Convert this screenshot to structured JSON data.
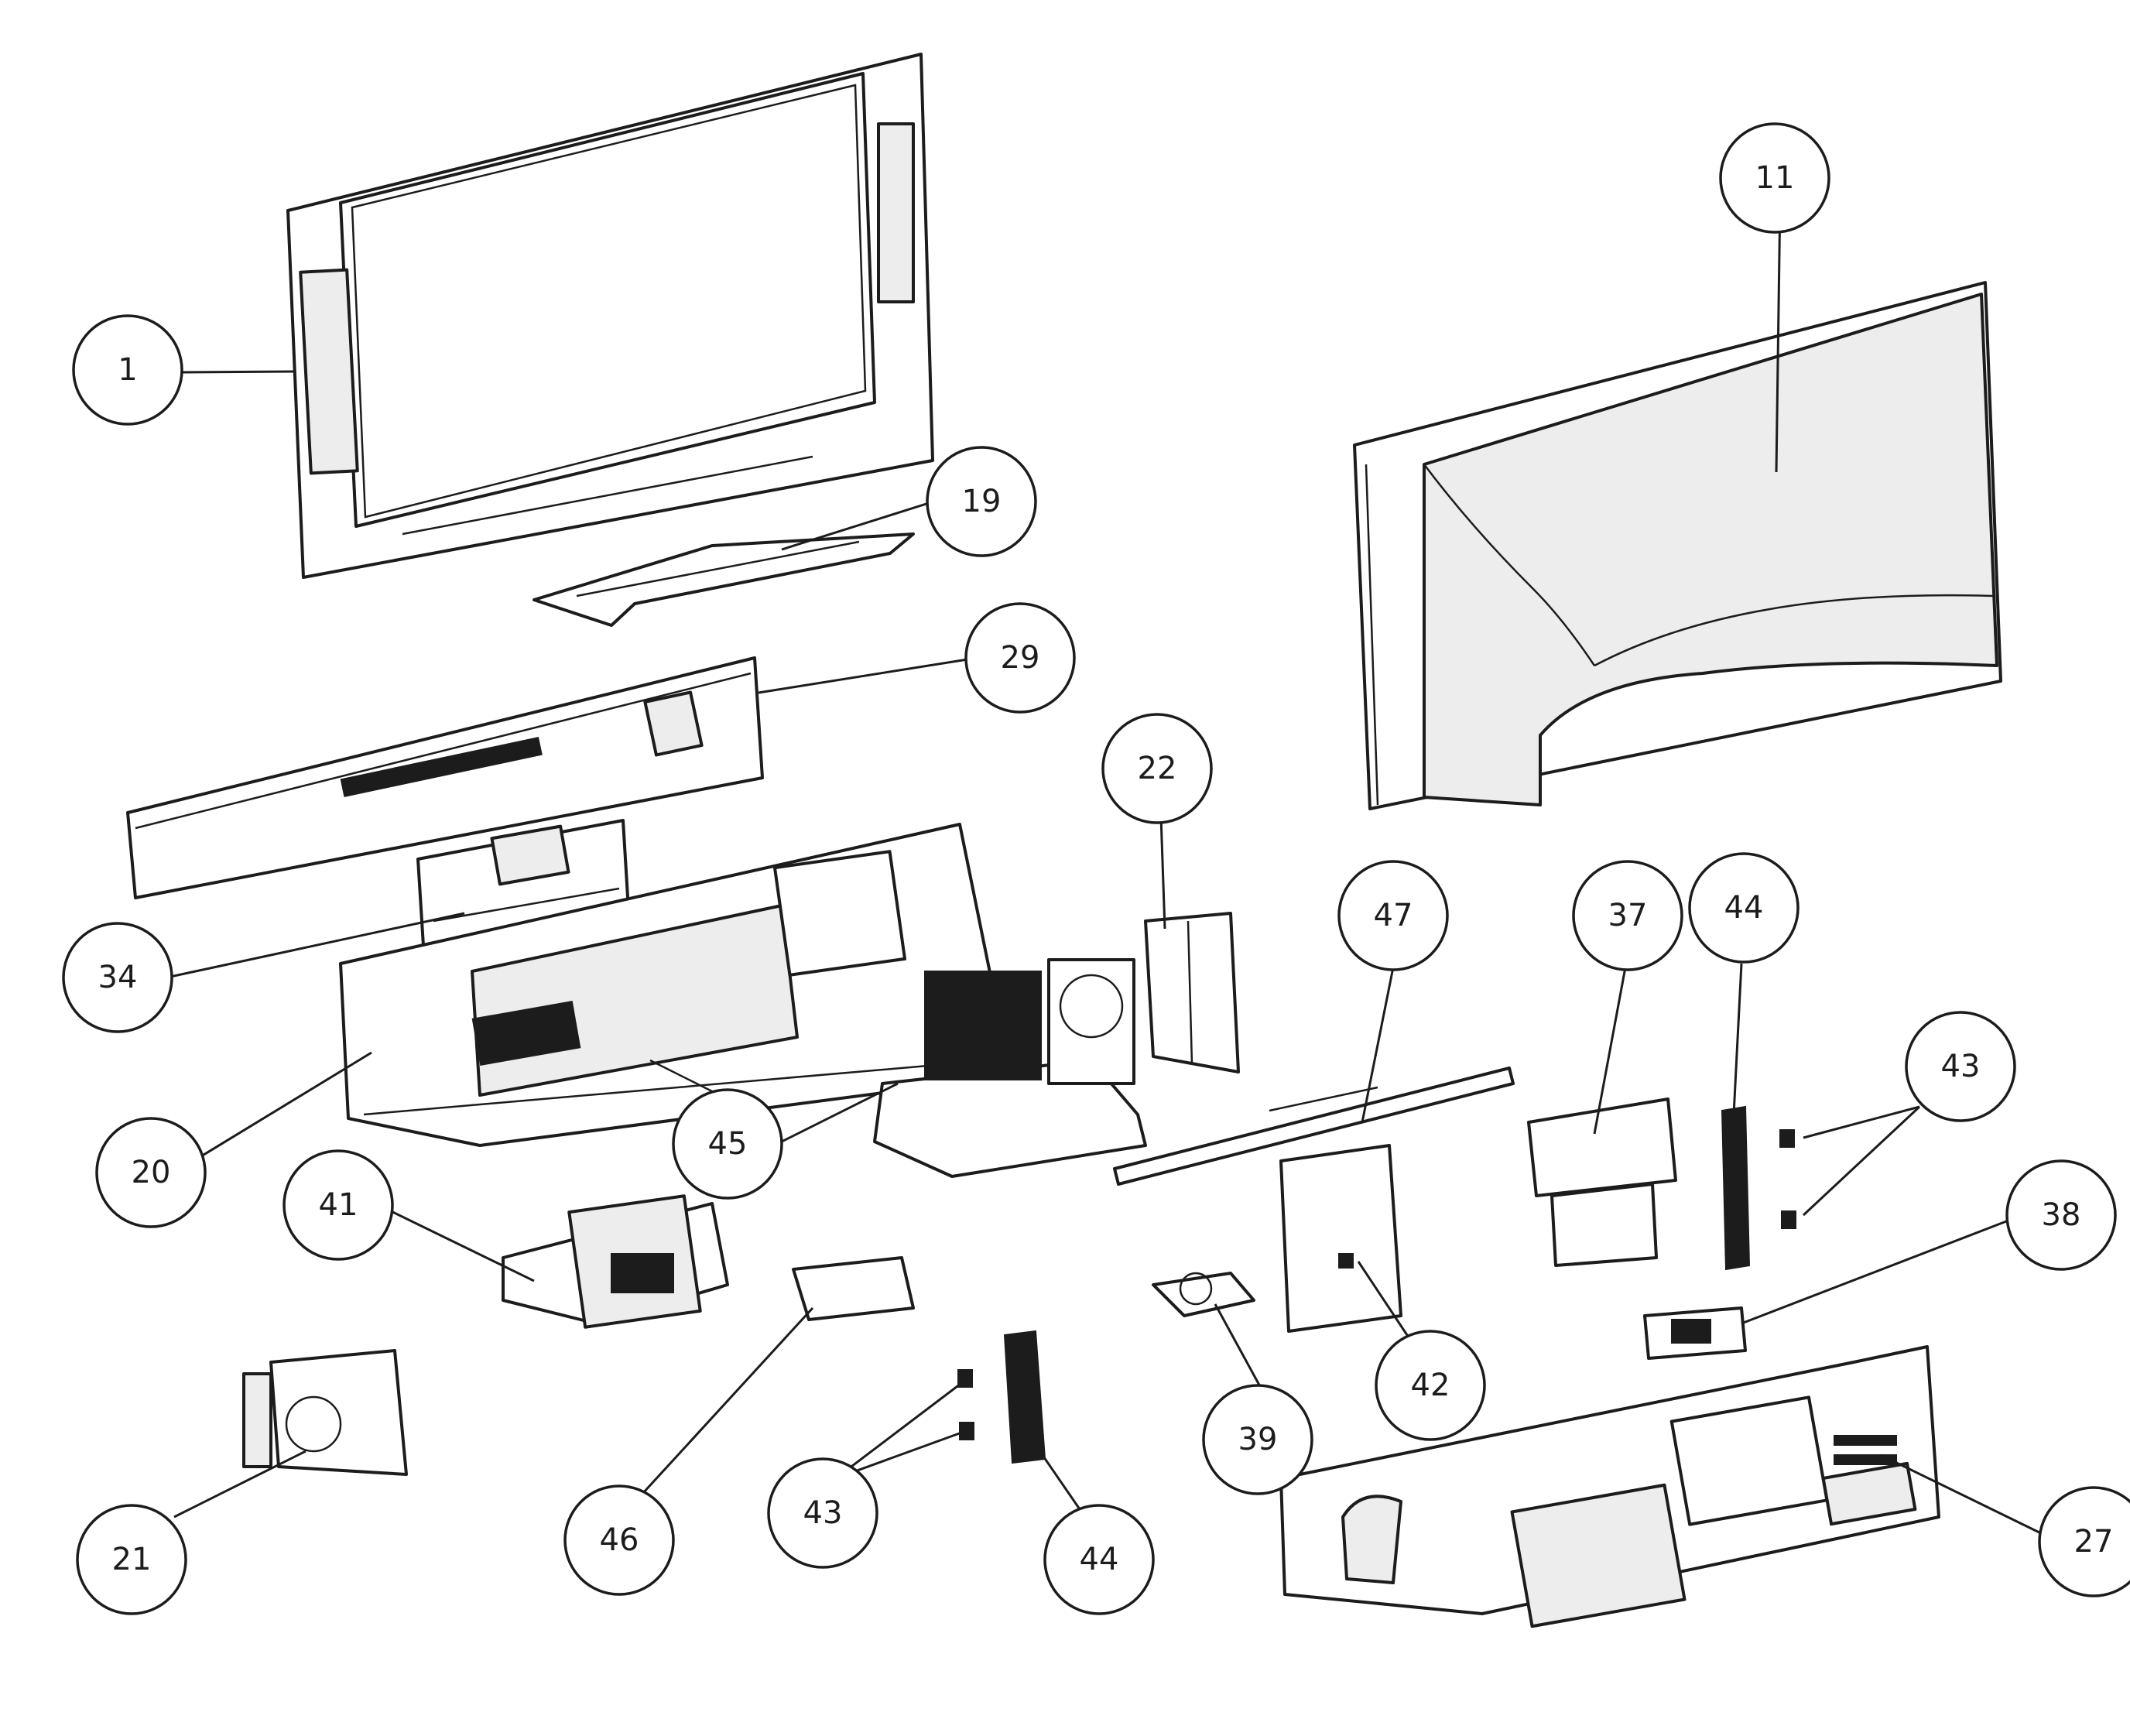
{
  "diagram": {
    "callouts": [
      {
        "id": "c1",
        "label": "1"
      },
      {
        "id": "c11",
        "label": "11"
      },
      {
        "id": "c19",
        "label": "19"
      },
      {
        "id": "c29",
        "label": "29"
      },
      {
        "id": "c22",
        "label": "22"
      },
      {
        "id": "c34",
        "label": "34"
      },
      {
        "id": "c47",
        "label": "47"
      },
      {
        "id": "c37",
        "label": "37"
      },
      {
        "id": "c44a",
        "label": "44"
      },
      {
        "id": "c43a",
        "label": "43"
      },
      {
        "id": "c20",
        "label": "20"
      },
      {
        "id": "c45",
        "label": "45"
      },
      {
        "id": "c38",
        "label": "38"
      },
      {
        "id": "c41",
        "label": "41"
      },
      {
        "id": "c42",
        "label": "42"
      },
      {
        "id": "c39",
        "label": "39"
      },
      {
        "id": "c21",
        "label": "21"
      },
      {
        "id": "c46",
        "label": "46"
      },
      {
        "id": "c43b",
        "label": "43"
      },
      {
        "id": "c44b",
        "label": "44"
      },
      {
        "id": "c27",
        "label": "27"
      }
    ]
  }
}
